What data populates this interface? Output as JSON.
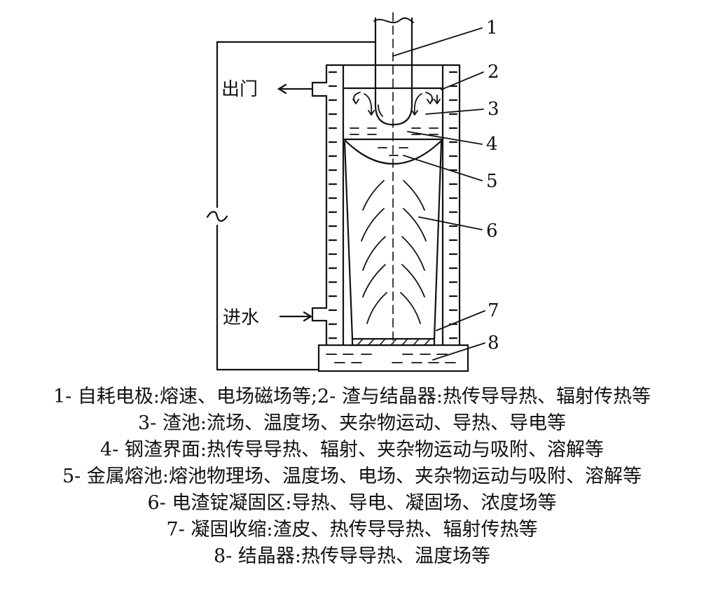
{
  "diagram": {
    "labels": [
      "1",
      "2",
      "3",
      "4",
      "5",
      "6",
      "7",
      "8"
    ],
    "outlet": "出门",
    "inlet": "进水",
    "ac": "~"
  },
  "caption": [
    "1- 自耗电极:熔速、电场磁场等;2- 渣与结晶器:热传导导热、辐射传热等",
    "3- 渣池:流场、温度场、夹杂物运动、导热、导电等",
    "4- 钢渣界面:热传导导热、辐射、夹杂物运动与吸附、溶解等",
    "5- 金属熔池:熔池物理场、温度场、电场、夹杂物运动与吸附、溶解等",
    "6- 电渣锭凝固区:导热、导电、凝固场、浓度场等",
    "7- 凝固收缩:渣皮、热传导导热、辐射传热等",
    "8- 结晶器:热传导导热、温度场等"
  ]
}
